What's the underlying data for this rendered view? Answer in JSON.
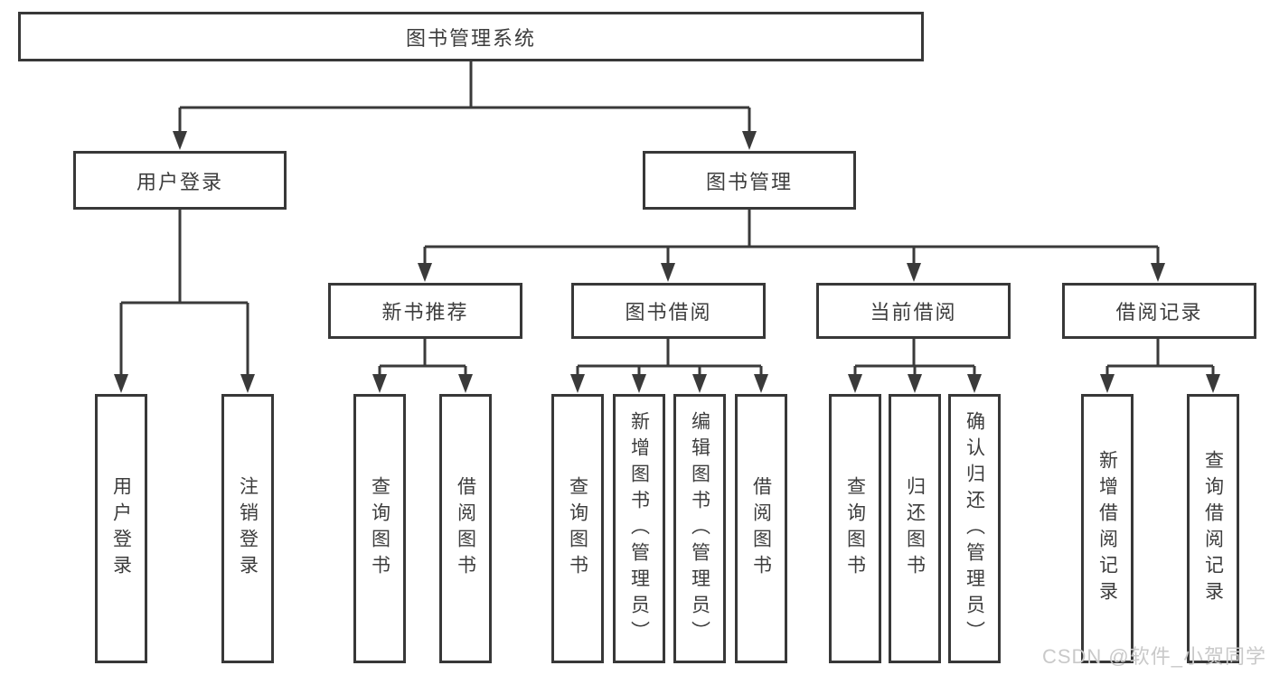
{
  "diagram": {
    "type": "tree",
    "background": "#ffffff",
    "line_color": "#3a3a3a",
    "text_color": "#3d3d3d",
    "watermark_color": "#c9c9c9"
  },
  "tree": {
    "label": "图书管理系统",
    "children": [
      {
        "label": "用户登录",
        "children": [
          {
            "label": "用户登录"
          },
          {
            "label": "注销登录"
          }
        ]
      },
      {
        "label": "图书管理",
        "children": [
          {
            "label": "新书推荐",
            "children": [
              {
                "label": "查询图书"
              },
              {
                "label": "借阅图书"
              }
            ]
          },
          {
            "label": "图书借阅",
            "children": [
              {
                "label": "查询图书"
              },
              {
                "label": "新增图书（管理员）"
              },
              {
                "label": "编辑图书（管理员）"
              },
              {
                "label": "借阅图书"
              }
            ]
          },
          {
            "label": "当前借阅",
            "children": [
              {
                "label": "查询图书"
              },
              {
                "label": "归还图书"
              },
              {
                "label": "确认归还（管理员）"
              }
            ]
          },
          {
            "label": "借阅记录",
            "children": [
              {
                "label": "新增借阅记录"
              },
              {
                "label": "查询借阅记录"
              }
            ]
          }
        ]
      }
    ]
  },
  "watermark": {
    "text": "CSDN @软件_小贺同学"
  }
}
